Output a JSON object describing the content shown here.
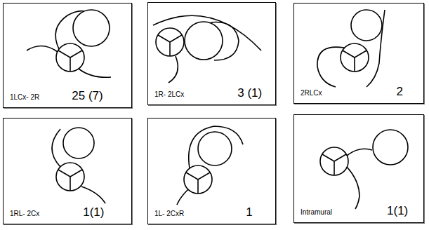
{
  "diagram": {
    "nodes": [
      {
        "text": [
          "1LCx- 2R",
          "25 (7)"
        ]
      },
      {
        "text": [
          "1R- 2LCx",
          "3 (1)"
        ]
      },
      {
        "text": [
          "2RLCx",
          "2"
        ]
      },
      {
        "text": [
          "1RL- 2Cx",
          "1(1)"
        ]
      },
      {
        "text": [
          "1L- 2CxR",
          "1"
        ]
      },
      {
        "text": [
          "Intramural",
          "1(1)"
        ]
      }
    ]
  }
}
